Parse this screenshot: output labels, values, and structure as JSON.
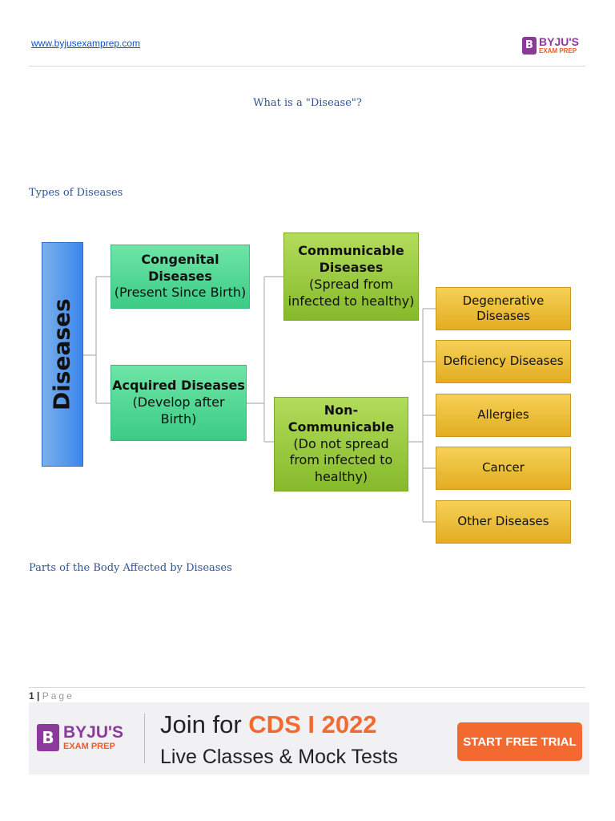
{
  "header": {
    "site_link": "www.byjusexamprep.com",
    "logo": {
      "mark": "B",
      "name": "BYJU'S",
      "sub": "EXAM PREP"
    }
  },
  "document": {
    "title": "What is a \"Disease\"?",
    "section_types": "Types of Diseases",
    "section_parts": "Parts of the Body Affected by Diseases"
  },
  "diagram": {
    "root": "Diseases",
    "congenital": {
      "title": "Congenital Diseases",
      "desc": "(Present Since Birth)"
    },
    "acquired": {
      "title": "Acquired Diseases",
      "desc_1": "(Develop after",
      "desc_2": "Birth)"
    },
    "communicable": {
      "title_1": "Communicable",
      "title_2": "Diseases",
      "desc_1": "(Spread from",
      "desc_2": "infected to healthy)"
    },
    "non_communicable": {
      "title_1": "Non-",
      "title_2": "Communicable",
      "desc_1": "(Do not spread",
      "desc_2": "from infected to",
      "desc_3": "healthy)"
    },
    "leaves": [
      "Degenerative Diseases",
      "Deficiency Diseases",
      "Allergies",
      "Cancer",
      "Other Diseases"
    ]
  },
  "footer": {
    "page_number": "1",
    "page_label": "Page"
  },
  "banner": {
    "logo": {
      "mark": "B",
      "name": "BYJU'S",
      "sub": "EXAM PREP"
    },
    "join_text": "Join for",
    "exam_text": "CDS I 2022",
    "subline": "Live Classes & Mock Tests",
    "cta": "START FREE TRIAL"
  },
  "colors": {
    "brand_purple": "#8b3a9c",
    "brand_orange": "#f26a30",
    "heading_blue": "#2f5496"
  }
}
